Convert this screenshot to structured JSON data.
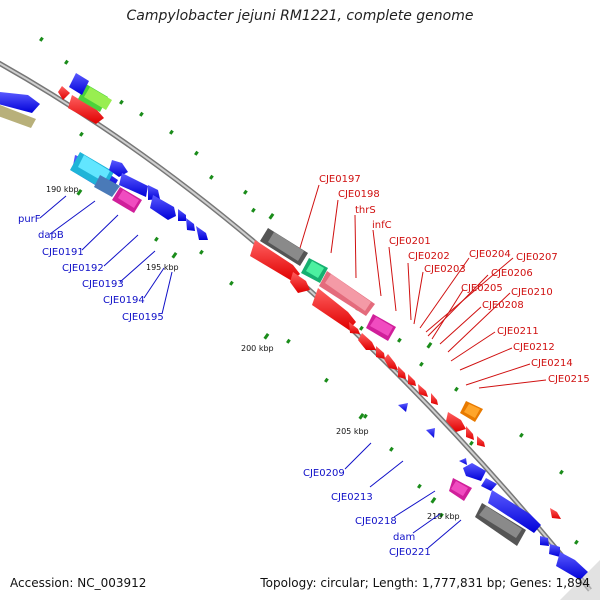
{
  "title": "Campylobacter jejuni RM1221, complete genome",
  "footer": {
    "accession": "Accession: NC_003912",
    "summary": "Topology: circular; Length: 1,777,831 bp; Genes: 1,894"
  },
  "scale_labels": [
    "190 kbp",
    "195 kbp",
    "200 kbp",
    "205 kbp",
    "210 kbp"
  ],
  "genes_reverse": [
    "purF",
    "dapB",
    "CJE0191",
    "CJE0192",
    "CJE0193",
    "CJE0194",
    "CJE0195",
    "CJE0209",
    "CJE0213",
    "CJE0218",
    "dam",
    "CJE0221"
  ],
  "genes_forward": [
    "CJE0197",
    "CJE0198",
    "thrS",
    "infC",
    "CJE0201",
    "CJE0202",
    "CJE0203",
    "CJE0204",
    "CJE0205",
    "CJE0206",
    "CJE0207",
    "CJE0208",
    "CJE0210",
    "CJE0211",
    "CJE0212",
    "CJE0214",
    "CJE0215"
  ],
  "colors": {
    "forward_cds": "#ff0000",
    "reverse_cds": "#0000ff",
    "backbone": "#888888",
    "tick": "#1a8c1a"
  }
}
